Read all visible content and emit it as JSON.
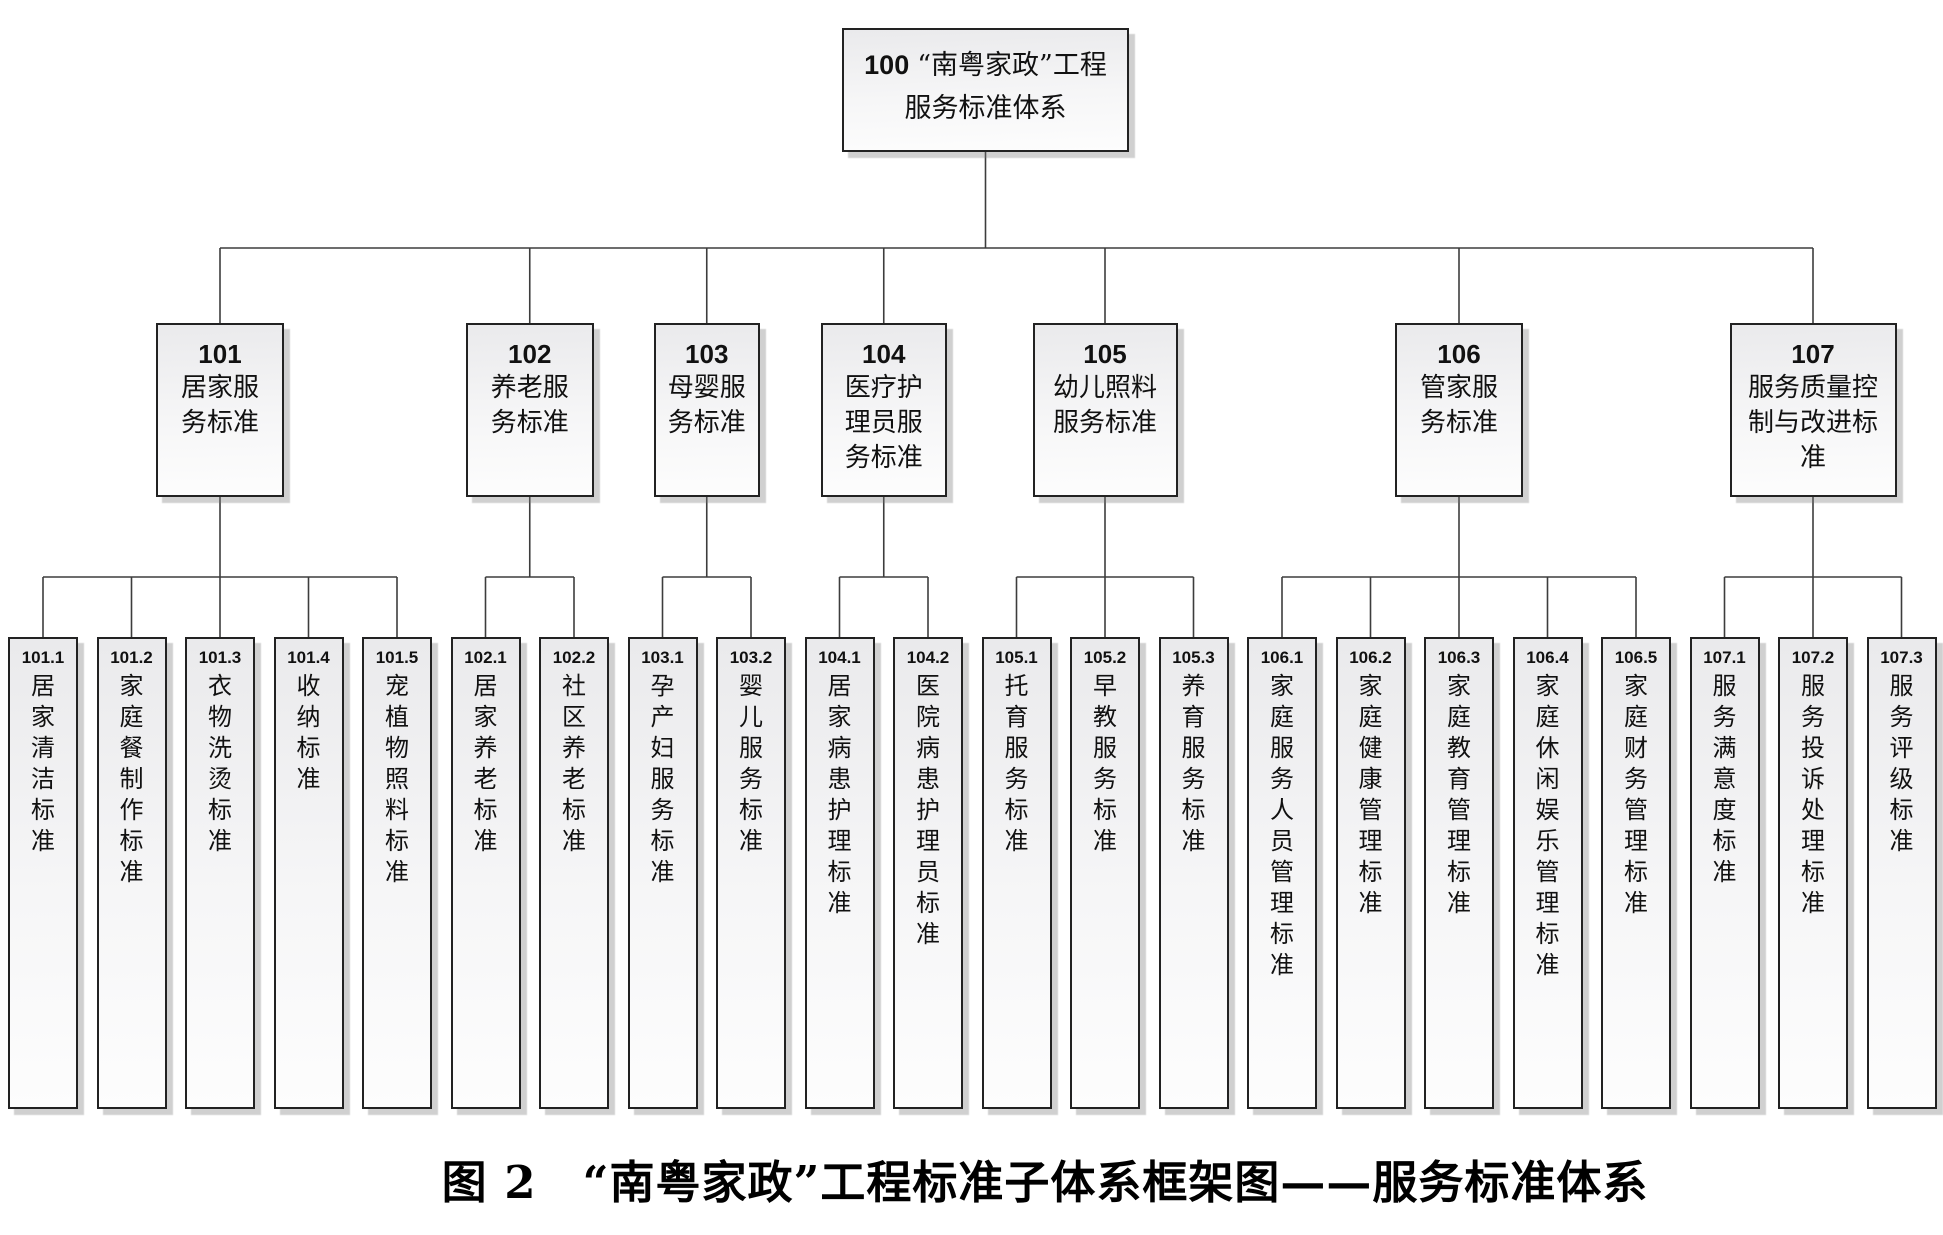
{
  "figure": {
    "caption": "图 2　“南粤家政”工程标准子体系框架图——服务标准体系"
  },
  "root": {
    "code": "100",
    "lines": [
      "“南粤家政”工程",
      "服务标准体系"
    ],
    "name": "“南粤家政”工程服务标准体系"
  },
  "groups": [
    {
      "code": "101",
      "name": "居家服务标准",
      "lines": [
        "居家服",
        "务标准"
      ],
      "children": [
        {
          "code": "101.1",
          "name": "居家清洁标准"
        },
        {
          "code": "101.2",
          "name": "家庭餐制作标准"
        },
        {
          "code": "101.3",
          "name": "衣物洗烫标准"
        },
        {
          "code": "101.4",
          "name": "收纳标准"
        },
        {
          "code": "101.5",
          "name": "宠植物照料标准"
        }
      ]
    },
    {
      "code": "102",
      "name": "养老服务标准",
      "lines": [
        "养老服",
        "务标准"
      ],
      "children": [
        {
          "code": "102.1",
          "name": "居家养老标准"
        },
        {
          "code": "102.2",
          "name": "社区养老标准"
        }
      ]
    },
    {
      "code": "103",
      "name": "母婴服务标准",
      "lines": [
        "母婴服",
        "务标准"
      ],
      "children": [
        {
          "code": "103.1",
          "name": "孕产妇服务标准"
        },
        {
          "code": "103.2",
          "name": "婴儿服务标准"
        }
      ]
    },
    {
      "code": "104",
      "name": "医疗护理员服务标准",
      "lines": [
        "医疗护",
        "理员服",
        "务标准"
      ],
      "children": [
        {
          "code": "104.1",
          "name": "居家病患护理标准"
        },
        {
          "code": "104.2",
          "name": "医院病患护理员标准"
        }
      ]
    },
    {
      "code": "105",
      "name": "幼儿照料服务标准",
      "lines": [
        "幼儿照料",
        "服务标准"
      ],
      "children": [
        {
          "code": "105.1",
          "name": "托育服务标准"
        },
        {
          "code": "105.2",
          "name": "早教服务标准"
        },
        {
          "code": "105.3",
          "name": "养育服务标准"
        }
      ]
    },
    {
      "code": "106",
      "name": "管家服务标准",
      "lines": [
        "管家服",
        "务标准"
      ],
      "children": [
        {
          "code": "106.1",
          "name": "家庭服务人员管理标准"
        },
        {
          "code": "106.2",
          "name": "家庭健康管理标准"
        },
        {
          "code": "106.3",
          "name": "家庭教育管理标准"
        },
        {
          "code": "106.4",
          "name": "家庭休闲娱乐管理标准"
        },
        {
          "code": "106.5",
          "name": "家庭财务管理标准"
        }
      ]
    },
    {
      "code": "107",
      "name": "服务质量控制与改进标准",
      "lines": [
        "服务质量控",
        "制与改进标",
        "准"
      ],
      "children": [
        {
          "code": "107.1",
          "name": "服务满意度标准"
        },
        {
          "code": "107.2",
          "name": "服务投诉处理标准"
        },
        {
          "code": "107.3",
          "name": "服务评级标准"
        }
      ]
    }
  ]
}
